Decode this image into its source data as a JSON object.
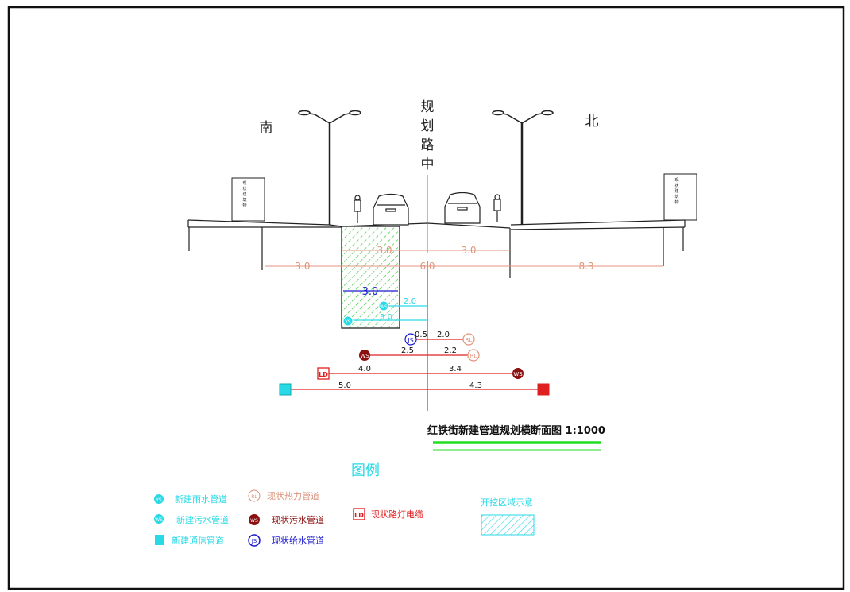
{
  "labels": {
    "south": "南",
    "north": "北",
    "centerline": [
      "规",
      "划",
      "路",
      "中"
    ],
    "building_left": [
      "现",
      "状",
      "建",
      "筑",
      "物"
    ],
    "building_right": [
      "现",
      "状",
      "建",
      "筑",
      "物"
    ]
  },
  "dimensions": {
    "left_sidewalk": "3.0",
    "road_total": "6.0",
    "right_side": "8.3",
    "left_half": "3.0",
    "right_half": "3.0",
    "excavation_width": "3.0"
  },
  "pipes": {
    "ws_new_offset": "2.0",
    "ys_new_offset": "3.0",
    "js_offset": "0.5",
    "rl1_offset": "2.0",
    "ws_left_offset": "2.5",
    "rl2_offset": "2.2",
    "ld_offset": "4.0",
    "ws_right_offset": "3.4",
    "tx_offset": "5.0",
    "dx_offset": "4.3"
  },
  "symbols": {
    "ys": "YS",
    "ws": "WS",
    "js": "JS",
    "rl": "RL",
    "ld": "LD"
  },
  "title": "红铁街新建管道规划横断面图 1:1000",
  "legend": {
    "title": "图例",
    "items": [
      {
        "symbol": "YS",
        "label": "新建雨水管道",
        "color": "#29d9e6"
      },
      {
        "symbol": "WS",
        "label": "新建污水管道",
        "color": "#29d9e6"
      },
      {
        "symbol": "",
        "label": "新建通信管道",
        "color": "#29d9e6"
      },
      {
        "symbol": "RL",
        "label": "现状热力管道",
        "color": "#d9917a"
      },
      {
        "symbol": "WS",
        "label": "现状污水管道",
        "color": "#8b1010"
      },
      {
        "symbol": "JS",
        "label": "现状给水管道",
        "color": "#1a1ad0"
      },
      {
        "symbol": "LD",
        "label": "现状路灯电缆",
        "color": "#e01818"
      }
    ],
    "excavation_label": "开挖区域示意"
  },
  "colors": {
    "dimension": "#e0957c",
    "red": "#ee2222",
    "cyan": "#29d9e6",
    "blue": "#1a1ad0",
    "darkred": "#8b1010",
    "green_hatch": "#3cc63c",
    "title_line": "#22dd22"
  }
}
